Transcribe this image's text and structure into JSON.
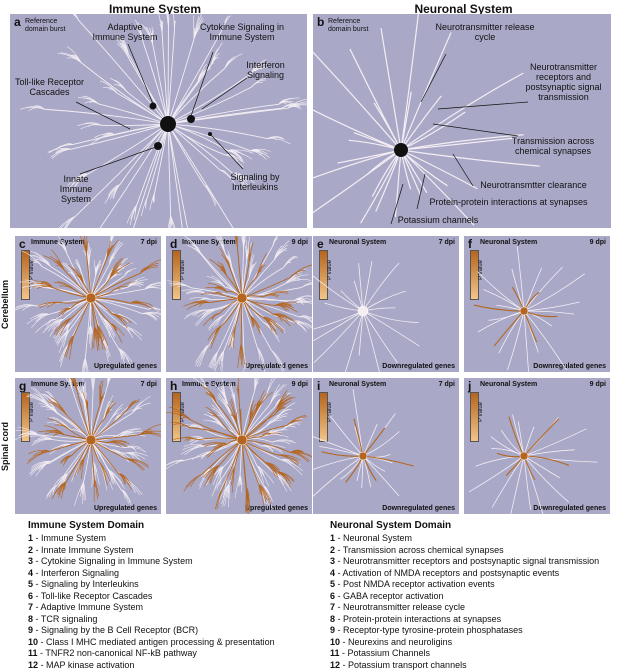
{
  "figure": {
    "immune_title": "Immune System",
    "neuronal_title": "Neuronal System",
    "row_cerebellum": "Cerebellum",
    "row_spinal": "Spinal cord",
    "ref_burst": "Reference domain burst",
    "panel_a": {
      "letter": "a",
      "labels": [
        "Adaptive Immune System",
        "Cytokine Signaling in Immune System",
        "Interferon Signaling",
        "Toll-like Receptor Cascades",
        "Innate Immune System",
        "Signaling by Interleukins"
      ]
    },
    "panel_b": {
      "letter": "b",
      "labels": [
        "Neurotransmitter release cycle",
        "Neurotransmitter receptors and postsynaptic signal transmission",
        "Transmission across chemical synapses",
        "Neurotransmtter clearance",
        "Protein-protein interactions at synapses",
        "Potassium channels"
      ]
    },
    "small_panels": [
      {
        "letter": "c",
        "system": "Immune System",
        "dpi": "7 dpi",
        "genes": "Upregulated genes"
      },
      {
        "letter": "d",
        "system": "Immune System",
        "dpi": "9 dpi",
        "genes": "Upregulated genes"
      },
      {
        "letter": "e",
        "system": "Neuronal System",
        "dpi": "7 dpi",
        "genes": "Downregulated genes"
      },
      {
        "letter": "f",
        "system": "Neuronal System",
        "dpi": "9 dpi",
        "genes": "Downregulated genes"
      },
      {
        "letter": "g",
        "system": "Immune System",
        "dpi": "7 dpi",
        "genes": "Upregulated genes"
      },
      {
        "letter": "h",
        "system": "Immune System",
        "dpi": "9 dpi",
        "genes": "Upregulated genes"
      },
      {
        "letter": "i",
        "system": "Neuronal System",
        "dpi": "7 dpi",
        "genes": "Downregulated genes"
      },
      {
        "letter": "j",
        "system": "Neuronal System",
        "dpi": "9 dpi",
        "genes": "Downregulated genes"
      }
    ],
    "pvalue_label": "P value",
    "colors": {
      "panel_bg": "#a9a8c7",
      "branch": "#f4eef3",
      "accent": "#b5651d",
      "node": "#111111"
    }
  },
  "legend": {
    "immune": {
      "title": "Immune System Domain",
      "items": [
        {
          "num": "1",
          "text": " - Immune System"
        },
        {
          "num": "2",
          "text": " - Innate Immune System"
        },
        {
          "num": "3",
          "text": " - Cytokine Signaling in Immune System"
        },
        {
          "num": "4",
          "text": " - Interferon Signaling"
        },
        {
          "num": "5",
          "text": " - Signaling by Interleukins"
        },
        {
          "num": "6",
          "text": " - Toll-like Receptor Cascades"
        },
        {
          "num": "7",
          "text": " - Adaptive Immune System"
        },
        {
          "num": "8",
          "text": " - TCR signaling"
        },
        {
          "num": "9",
          "text": " - Signaling by the B Cell Receptor (BCR)"
        },
        {
          "num": "10",
          "text": " - Class I MHC mediated antigen processing & presentation"
        },
        {
          "num": "11",
          "text": " - TNFR2 non-canonical NF-kB pathway"
        },
        {
          "num": "12",
          "text": " - MAP kinase activation"
        }
      ]
    },
    "neuronal": {
      "title": "Neuronal System Domain",
      "items": [
        {
          "num": "1",
          "text": " - Neuronal System"
        },
        {
          "num": "2",
          "text": " - Transmission across chemical synapses"
        },
        {
          "num": "3",
          "text": " - Neurotransmitter receptors and postsynaptic signal transmission"
        },
        {
          "num": "4",
          "text": " - Activation of NMDA receptors and postsynaptic events"
        },
        {
          "num": "5",
          "text": " - Post NMDA receptor activation events"
        },
        {
          "num": "6",
          "text": " - GABA receptor activation"
        },
        {
          "num": "7",
          "text": " - Neurotransmitter release cycle"
        },
        {
          "num": "8",
          "text": " - Protein-protein interactions at synapses"
        },
        {
          "num": "9",
          "text": " - Receptor-type tyrosine-protein phosphatases"
        },
        {
          "num": "10",
          "text": " - Neurexins and neuroligins"
        },
        {
          "num": "11",
          "text": " - Potassium Channels"
        },
        {
          "num": "12",
          "text": " - Potassium transport channels"
        }
      ]
    }
  }
}
